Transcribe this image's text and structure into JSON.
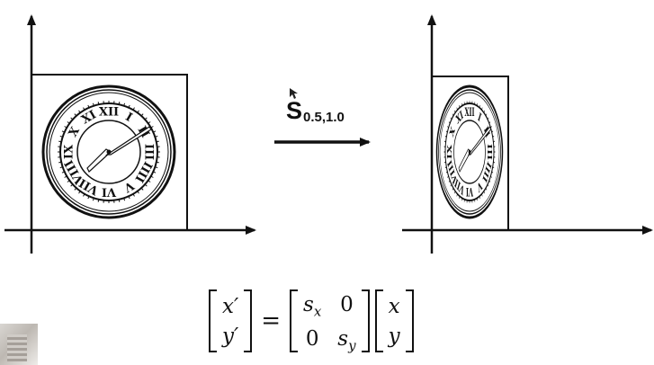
{
  "operation": {
    "symbol": "S",
    "subscript": "0.5,1.0"
  },
  "equation": {
    "lhs": [
      "x′",
      "y′"
    ],
    "equals": "=",
    "matrix": [
      [
        "s",
        "x",
        "0"
      ],
      [
        "0",
        "s",
        "y"
      ]
    ],
    "rhs": [
      "x",
      "y"
    ]
  },
  "roman_numerals": [
    "XII",
    "I",
    "II",
    "III",
    "IIII",
    "V",
    "VI",
    "VII",
    "VIII",
    "IX",
    "X",
    "XI"
  ],
  "transform": {
    "scale_x": 0.5,
    "scale_y": 1.0
  },
  "colors": {
    "ink": "#111111",
    "background": "#ffffff"
  }
}
